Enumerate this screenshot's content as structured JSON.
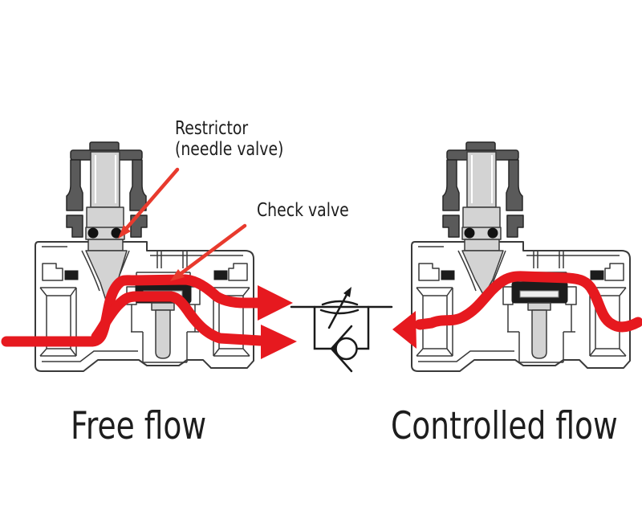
{
  "diagram": {
    "title_hint": "Speed controller valve cross-sections showing free flow and controlled flow",
    "labels": {
      "restrictor_line1": "Restrictor",
      "restrictor_line2": "(needle valve)",
      "check_valve": "Check valve"
    },
    "captions": {
      "left": "Free flow",
      "right": "Controlled flow"
    },
    "symbol": {
      "name": "flow-control-valve-with-check-valve-symbol"
    }
  },
  "colors": {
    "flow_red": "#e6191f",
    "annotation_red": "#e83a2d",
    "outline": "#3a3a3a",
    "metal_dark": "#5a5a5a",
    "metal_light": "#d3d3d3",
    "seal_black": "#1c1c1c",
    "symbol_black": "#1a1a1a",
    "text": "#1d1d1d",
    "background": "#ffffff"
  }
}
